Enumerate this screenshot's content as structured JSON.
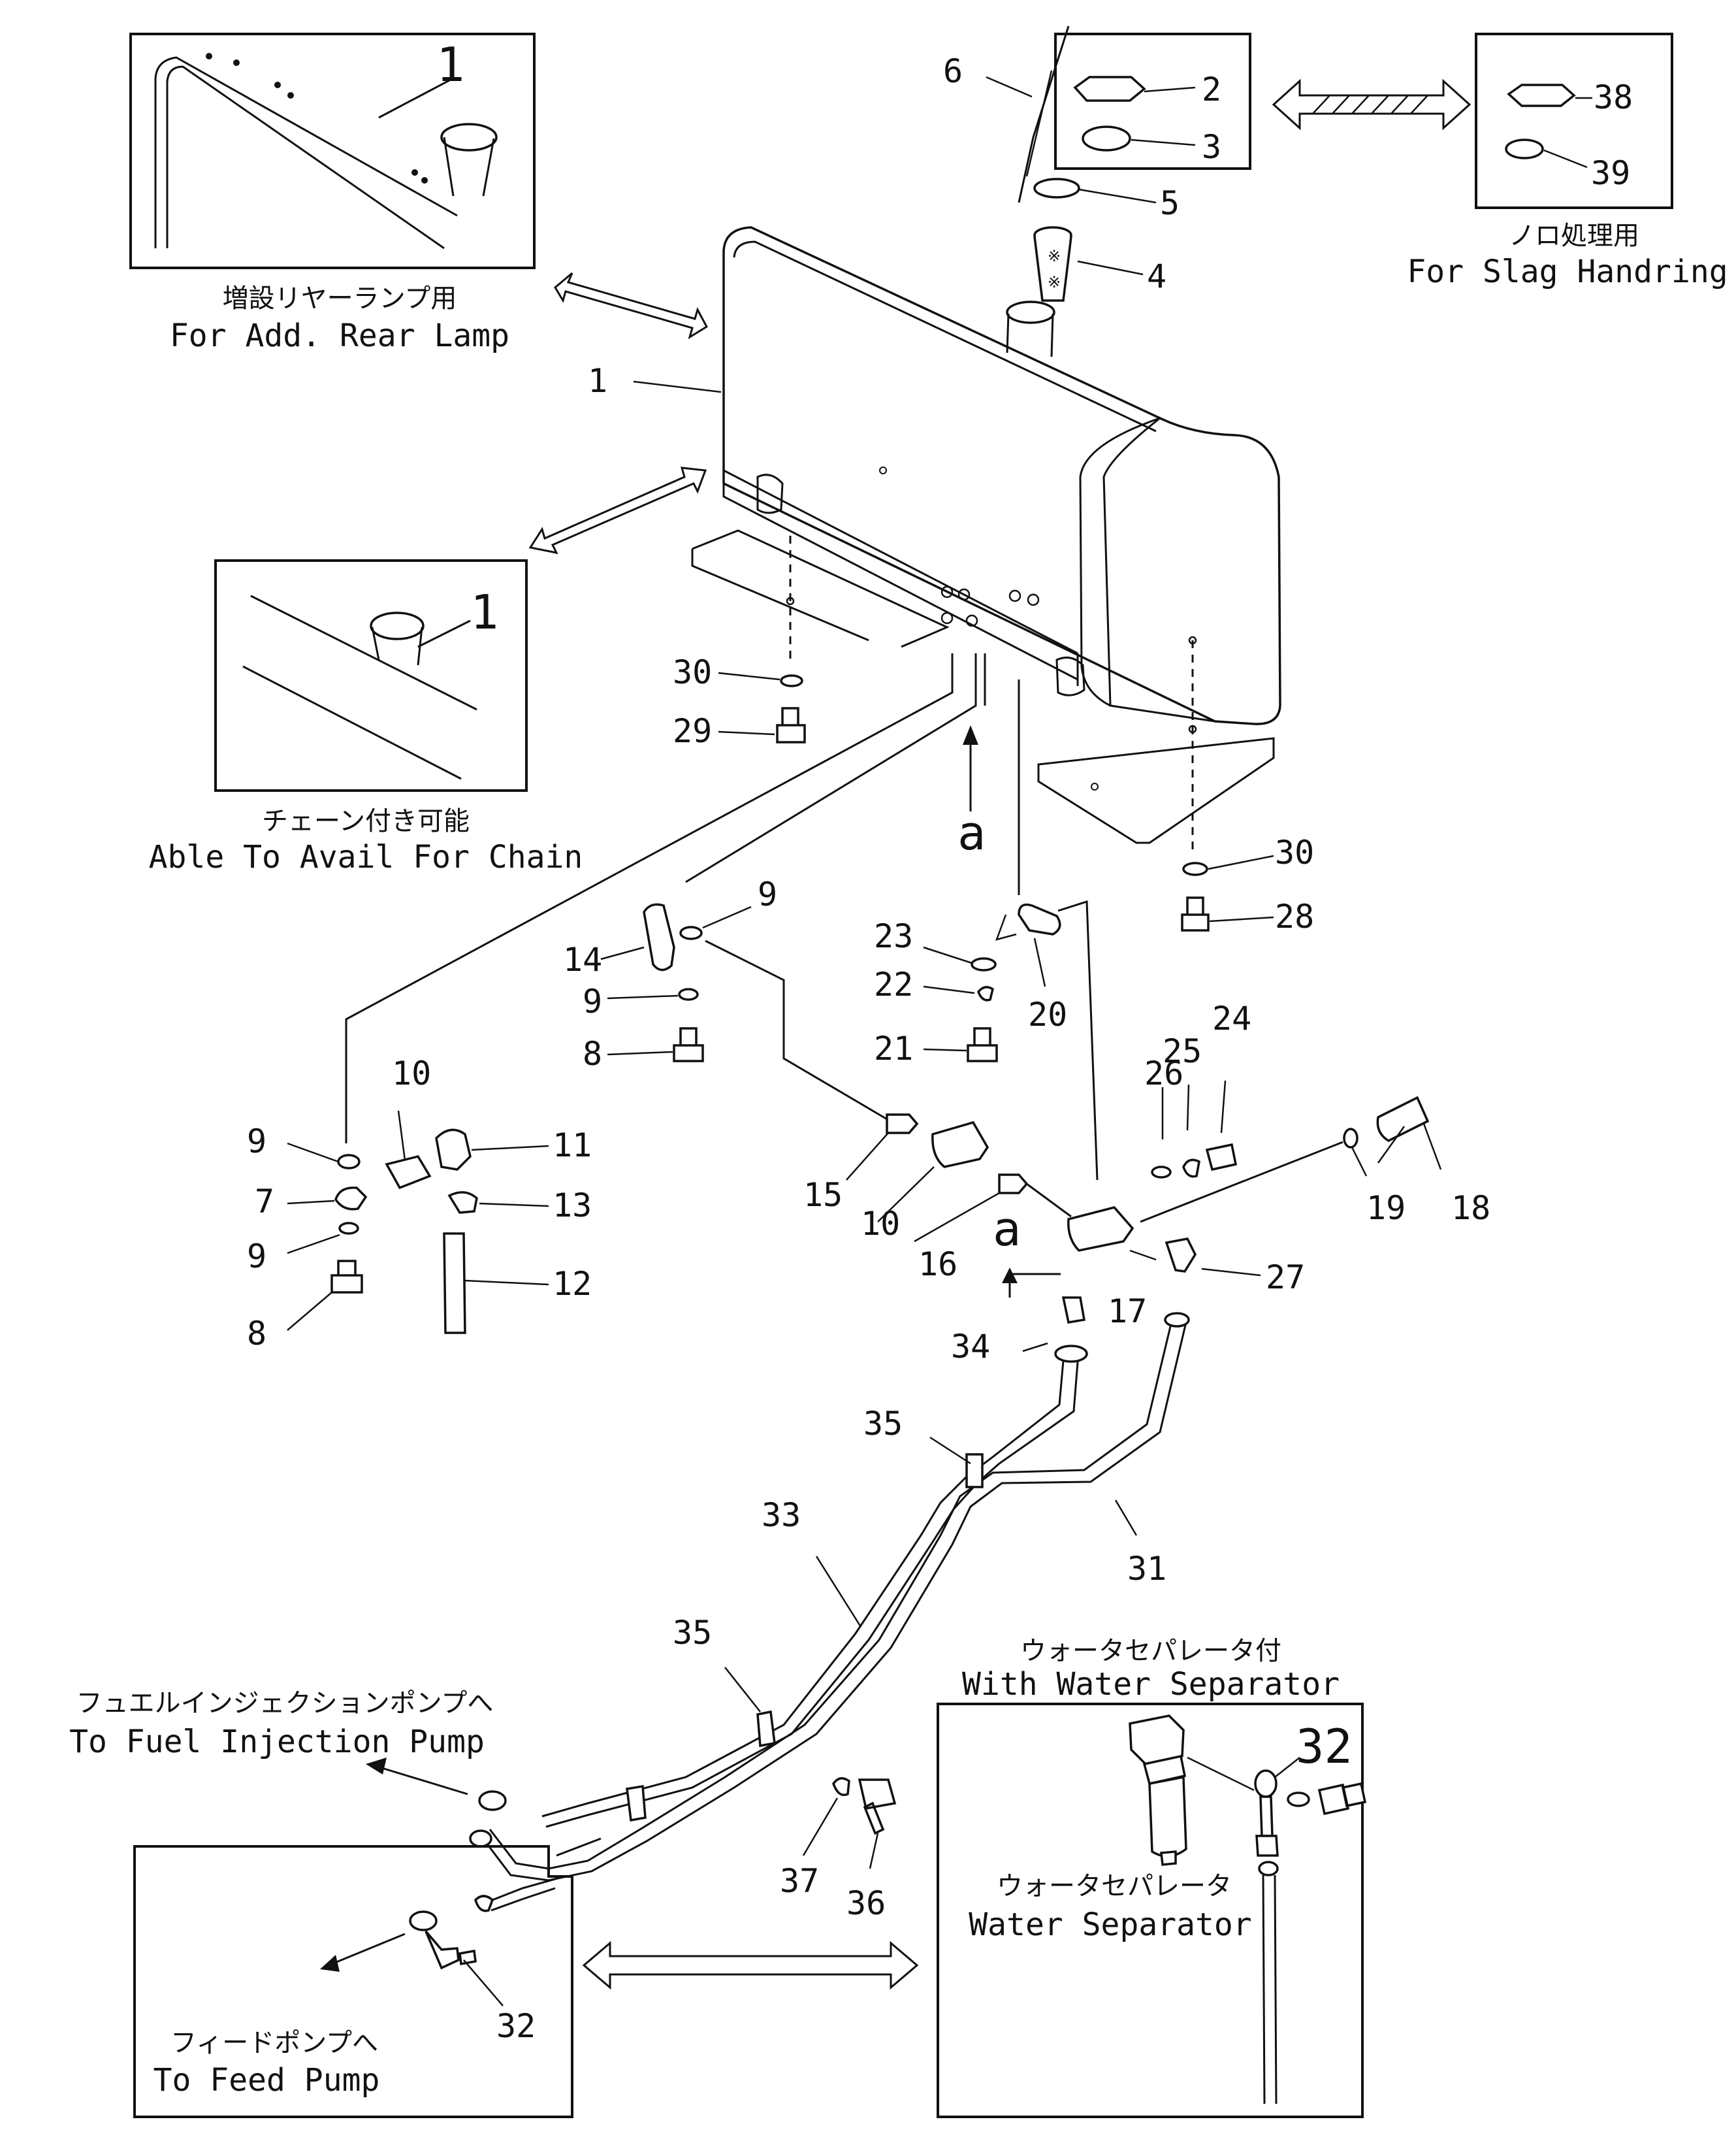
{
  "callouts": {
    "c1": "1",
    "c2": "2",
    "c3": "3",
    "c4": "4",
    "c5": "5",
    "c6": "6",
    "c7": "7",
    "c8a": "8",
    "c8b": "8",
    "c9a": "9",
    "c9b": "9",
    "c9c": "9",
    "c9d": "9",
    "c10a": "10",
    "c10b": "10",
    "c11": "11",
    "c12": "12",
    "c13": "13",
    "c14": "14",
    "c15": "15",
    "c16": "16",
    "c17": "17",
    "c18": "18",
    "c19": "19",
    "c20": "20",
    "c21": "21",
    "c22": "22",
    "c23": "23",
    "c24": "24",
    "c25": "25",
    "c26": "26",
    "c27": "27",
    "c28": "28",
    "c29": "29",
    "c30a": "30",
    "c30b": "30",
    "c31": "31",
    "c32a": "32",
    "c32b": "32",
    "c33": "33",
    "c34": "34",
    "c35a": "35",
    "c35b": "35",
    "c36": "36",
    "c37": "37",
    "c38": "38",
    "c39": "39",
    "inset_rear_lamp_num": "1",
    "inset_chain_num": "1",
    "view_a_top": "a",
    "view_a_bottom": "a"
  },
  "captions": {
    "rear_lamp_jp": "増設リヤーランプ用",
    "rear_lamp_en": "For Add. Rear Lamp",
    "chain_jp": "チェーン付き可能",
    "chain_en": "Able To Avail For Chain",
    "slag_jp": "ノロ処理用",
    "slag_en": "For Slag Handring",
    "water_sep_with_jp": "ウォータセパレータ付",
    "water_sep_with_en": "With Water Separator",
    "water_sep_jp": "ウォータセパレータ",
    "water_sep_en": "Water Separator",
    "fuel_inj_jp": "フュエルインジェクションポンプへ",
    "fuel_inj_en": "To Fuel Injection Pump",
    "feed_pump_jp": "フィードポンプへ",
    "feed_pump_en": "To Feed Pump"
  }
}
